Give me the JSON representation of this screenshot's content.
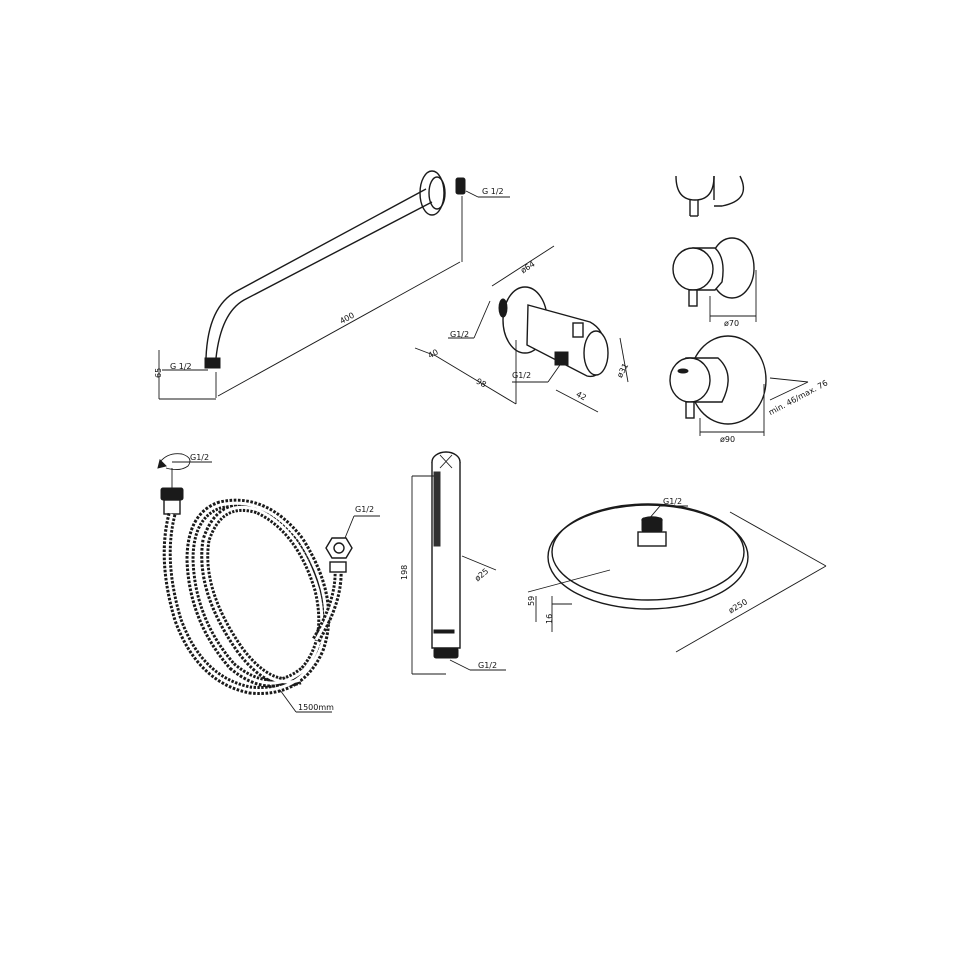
{
  "labels": {
    "arm_thread": "G 1/2",
    "arm_length": "400",
    "arm_inlet_thread": "G 1/2",
    "arm_height": "65",
    "holder_diameter": "ø64",
    "holder_thread": "G1/2",
    "holder_depth": "40",
    "holder_length": "98",
    "holder_outlet_thread": "G1/2",
    "holder_hole": "ø31",
    "holder_offset": "42",
    "mixer_diameter_small": "ø70",
    "mixer_diameter_large": "ø90",
    "mixer_depth": "min. 46/max. 76",
    "hose_thread_top": "G1/2",
    "hose_thread_nut": "G1/2",
    "hose_length": "1500mm",
    "hand_shower_length": "198",
    "hand_shower_diameter": "ø25",
    "hand_shower_thread": "G1/2",
    "head_thread": "G1/2",
    "head_height": "59",
    "head_edge": "16",
    "head_diameter": "ø250"
  }
}
